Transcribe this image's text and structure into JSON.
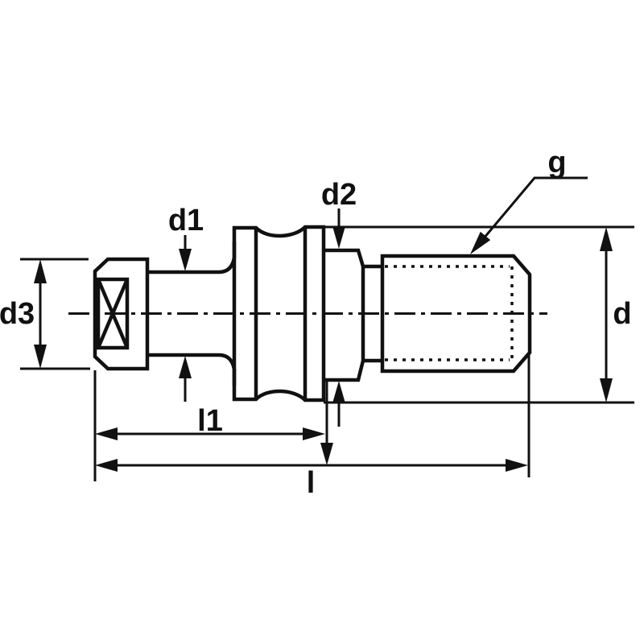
{
  "diagram": {
    "labels": {
      "d1": "d1",
      "d2": "d2",
      "d3": "d3",
      "d": "d",
      "g": "g",
      "l1": "l1",
      "l": "l"
    },
    "colors": {
      "line": "#111111",
      "background": "#ffffff"
    }
  }
}
